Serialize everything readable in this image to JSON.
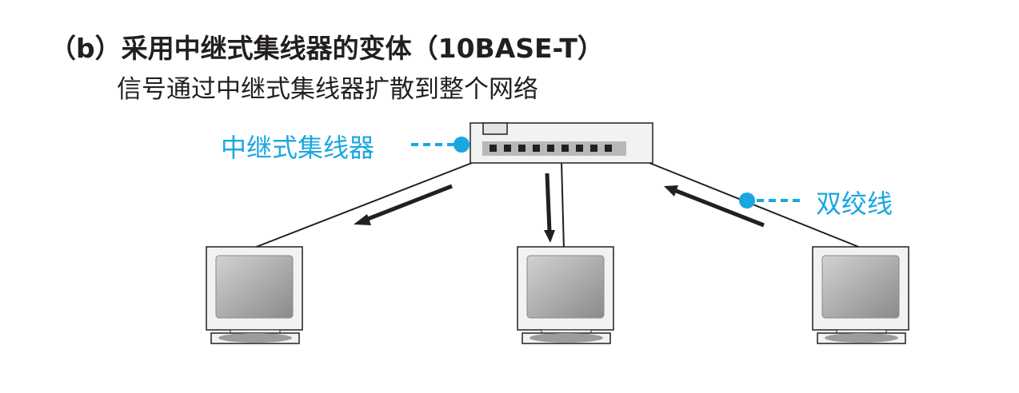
{
  "title": "（b）采用中继式集线器的变体（10BASE-T）",
  "subtitle": "信号通过中继式集线器扩散到整个网络",
  "labels": {
    "hub": "中继式集线器",
    "cable": "双绞线"
  },
  "colors": {
    "accent": "#1aa7e0",
    "text": "#231f20",
    "screen": "#9c9c9c",
    "device": "#f2f2f2"
  },
  "icons": {
    "hub": "repeater-hub-icon",
    "computer": "computer-monitor-icon"
  }
}
